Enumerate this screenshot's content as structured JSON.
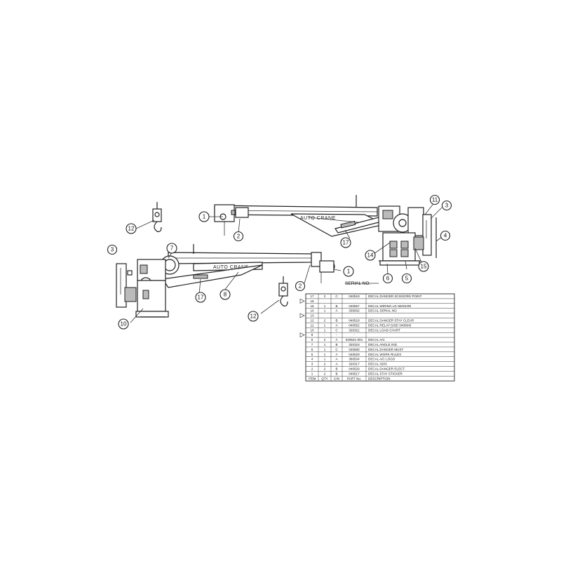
{
  "boom_label_upper": "AUTO CRANE",
  "boom_label_lower": "AUTO CRANE",
  "serial_label": "SERIAL NO.",
  "callouts": [
    "1",
    "2",
    "11",
    "3",
    "4",
    "17",
    "14",
    "5",
    "15",
    "6",
    "12",
    "3",
    "7",
    "8",
    "17",
    "10",
    "12",
    "2",
    "1"
  ],
  "table": {
    "headers": [
      "ITEM",
      "QTY",
      "C/N",
      "PART No.",
      "DESCRIPTION"
    ],
    "rows": [
      [
        "17",
        "2",
        "C",
        "040519",
        "DECAL DANGER SCISSORS POINT"
      ],
      [
        "16",
        "",
        "",
        "",
        ""
      ],
      [
        "15",
        "1",
        "B",
        "040557",
        "DECAL WIRING LD SENSOR"
      ],
      [
        "14",
        "1",
        "A",
        "330932",
        "DECAL SERIAL NO"
      ],
      [
        "13",
        "",
        "",
        "",
        ""
      ],
      [
        "12",
        "2",
        "B",
        "040518",
        "DECAL DANGER STAY CLEAR"
      ],
      [
        "11",
        "1",
        "A",
        "040552",
        "DECAL RELAY   [USE 040564]"
      ],
      [
        "10",
        "1",
        "C",
        "320321",
        "DECAL LOAD CHART"
      ],
      [
        "9",
        "-",
        "-",
        "-",
        ""
      ],
      [
        "8",
        "2",
        "A",
        "040521-001",
        "DECAL A/C"
      ],
      [
        "7",
        "1",
        "B",
        "320318",
        "DECAL ANGLE IND."
      ],
      [
        "6",
        "1",
        "C",
        "040580",
        "DECAL DANGER MUST"
      ],
      [
        "5",
        "1",
        "A",
        "040529",
        "DECAL WORK RULES"
      ],
      [
        "4",
        "1",
        "A",
        "360534",
        "DECAL A/C LOGO"
      ],
      [
        "3",
        "2",
        "A",
        "320317",
        "DECAL 3203"
      ],
      [
        "2",
        "2",
        "B",
        "040529",
        "DECAL DANGER ELECT."
      ],
      [
        "1",
        "2",
        "B",
        "040517",
        "DECAL STAY STICKER"
      ]
    ]
  }
}
